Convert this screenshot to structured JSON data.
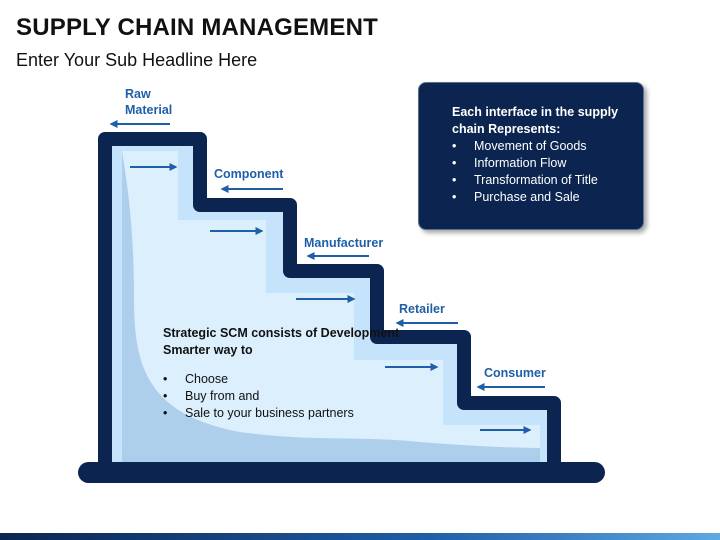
{
  "header": {
    "title": "SUPPLY CHAIN MANAGEMENT",
    "subtitle": "Enter Your Sub Headline Here"
  },
  "stages": [
    {
      "lines": [
        "Raw",
        "Material"
      ]
    },
    {
      "lines": [
        "Component"
      ]
    },
    {
      "lines": [
        "Manufacturer"
      ]
    },
    {
      "lines": [
        "Retailer"
      ]
    },
    {
      "lines": [
        "Consumer"
      ]
    }
  ],
  "infobox": {
    "heading": "Each interface in the supply chain Represents:",
    "items": [
      "Movement of Goods",
      "Information Flow",
      "Transformation of Title",
      "Purchase and Sale"
    ]
  },
  "scm": {
    "heading": "Strategic SCM consists of Development Smarter way to",
    "items": [
      "Choose",
      "Buy from and",
      "Sale to your business partners"
    ]
  },
  "colors": {
    "navy": "#0b2550",
    "accent_blue": "#1f5fa8",
    "fill_light": "#c5e3fb",
    "fill_inner": "#dceffd",
    "fill_shadow": "#a8cbea"
  }
}
